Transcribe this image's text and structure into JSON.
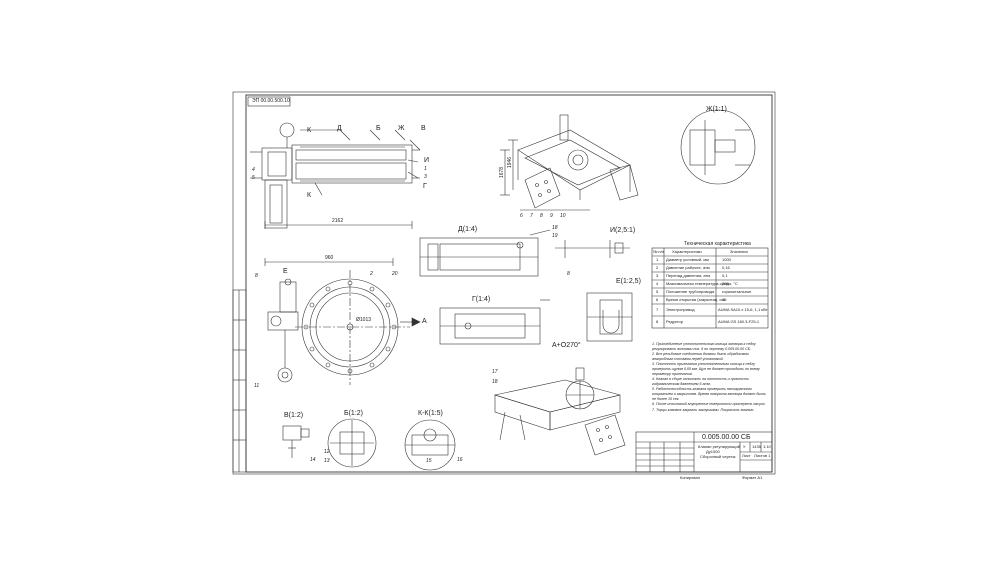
{
  "sheet": {
    "stamp_code": "ЭП 00.00.500.10",
    "doc_number": "0.005.00.00 СБ",
    "title_lines": [
      "Клапан регулирующий",
      "Ду1000",
      "Сборочный чертеж"
    ],
    "stage": "У",
    "mass": "1435",
    "scale": "1:10",
    "sheet_label": "Лист",
    "sheets_label": "Листов 1",
    "format": "Формат А1",
    "copied": "Копировал"
  },
  "views": {
    "main": {
      "letters": [
        "К",
        "Д",
        "Б",
        "Ж",
        "В",
        "И",
        "Г",
        "К"
      ],
      "numbers": [
        "4",
        "5",
        "1",
        "3"
      ],
      "dim": "2162"
    },
    "iso_top": {
      "numbers": [
        "6",
        "7",
        "8",
        "9",
        "10"
      ],
      "dims": [
        "1678",
        "1946"
      ]
    },
    "front": {
      "letters": [
        "Е",
        "А"
      ],
      "numbers": [
        "8",
        "2",
        "20",
        "11"
      ],
      "dims": [
        "960",
        "Ø1013"
      ]
    },
    "iso_bottom": {
      "title": "А+О270°",
      "numbers": [
        "17",
        "18"
      ]
    }
  },
  "details": [
    {
      "title": "Ж(1:1)"
    },
    {
      "title": "Д(1:4)",
      "numbers": [
        "18",
        "19"
      ]
    },
    {
      "title": "И(2,5:1)"
    },
    {
      "title": "Г(1:4)"
    },
    {
      "title": "Е(1:2,5)",
      "numbers": [
        "8"
      ]
    },
    {
      "title": "В(1:2)",
      "numbers": [
        "14"
      ]
    },
    {
      "title": "Б(1:2)",
      "numbers": [
        "12",
        "13"
      ]
    },
    {
      "title": "К-К(1:5)",
      "numbers": [
        "15",
        "16"
      ]
    }
  ],
  "spec_table": {
    "caption": "Техническая характеристика",
    "headers": [
      "№ п/п",
      "Характеристики",
      "Значения"
    ],
    "rows": [
      [
        "1",
        "Диаметр условный, мм",
        "1000"
      ],
      [
        "2",
        "Давление рабочее, атм",
        "0,16"
      ],
      [
        "3",
        "Перепад давления, атм",
        "0,1"
      ],
      [
        "4",
        "Максимальная температура среды, °С",
        "200"
      ],
      [
        "5",
        "Положение трубопровода",
        "горизонтальное"
      ],
      [
        "6",
        "Время открытия (закрытия), сек",
        "15"
      ],
      [
        "7",
        "Электропривод",
        "AUMA SA10.x 15-6, 1,1 кВт"
      ],
      [
        "8",
        "Редуктор",
        "AUMA GS 160.3-F25-1"
      ]
    ]
  },
  "notes": [
    "1. Присоединение уплотнительного кольца затвора к седлу регулировать винтами поз. 9 по чертежу 0.005.00.00 СБ.",
    "2. Все резьбовые соединения должны быть обработаны анаэробным составом перед установкой.",
    "3. Плотность прилегания уплотнительного кольца к седлу проверить щупом 0,05 мм. Щуп не должен проходить по всему периметру прилегания.",
    "4. Клапан в сборе испытать на плотность и прочность гидравлическим давлением 6 атм.",
    "5. Работоспособность клапана проверить пятикратным открытием и закрытием. Время поворота затвора должно быть не более 15 сек.",
    "6. После испытаний внутренние поверхности протереть насухо.",
    "7. Торцы клапана закрыть заглушками. Покрасить эмалью."
  ]
}
